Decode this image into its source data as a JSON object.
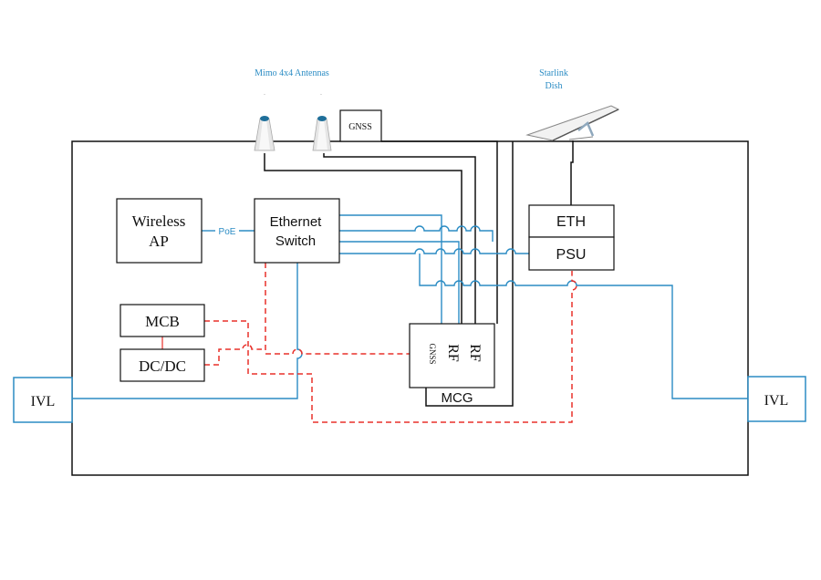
{
  "labels": {
    "antennas": "Mimo 4x4 Antennas",
    "starlink_line1": "Starlink",
    "starlink_line2": "Dish",
    "gnss_top": "GNSS",
    "wireless_ap_line1": "Wireless",
    "wireless_ap_line2": "AP",
    "poe": "PoE",
    "ethernet_switch_line1": "Ethernet",
    "ethernet_switch_line2": "Switch",
    "eth": "ETH",
    "psu": "PSU",
    "mcb": "MCB",
    "dcdc": "DC/DC",
    "mcg_rf1": "RF",
    "mcg_rf2": "RF",
    "mcg_gnss": "GNSS",
    "mcg": "MCG",
    "ivl_left": "IVL",
    "ivl_right": "IVL"
  },
  "colors": {
    "black": "#111111",
    "blue": "#2b8cc4",
    "label_blue": "#2b8cc4",
    "red": "#e8302a"
  }
}
